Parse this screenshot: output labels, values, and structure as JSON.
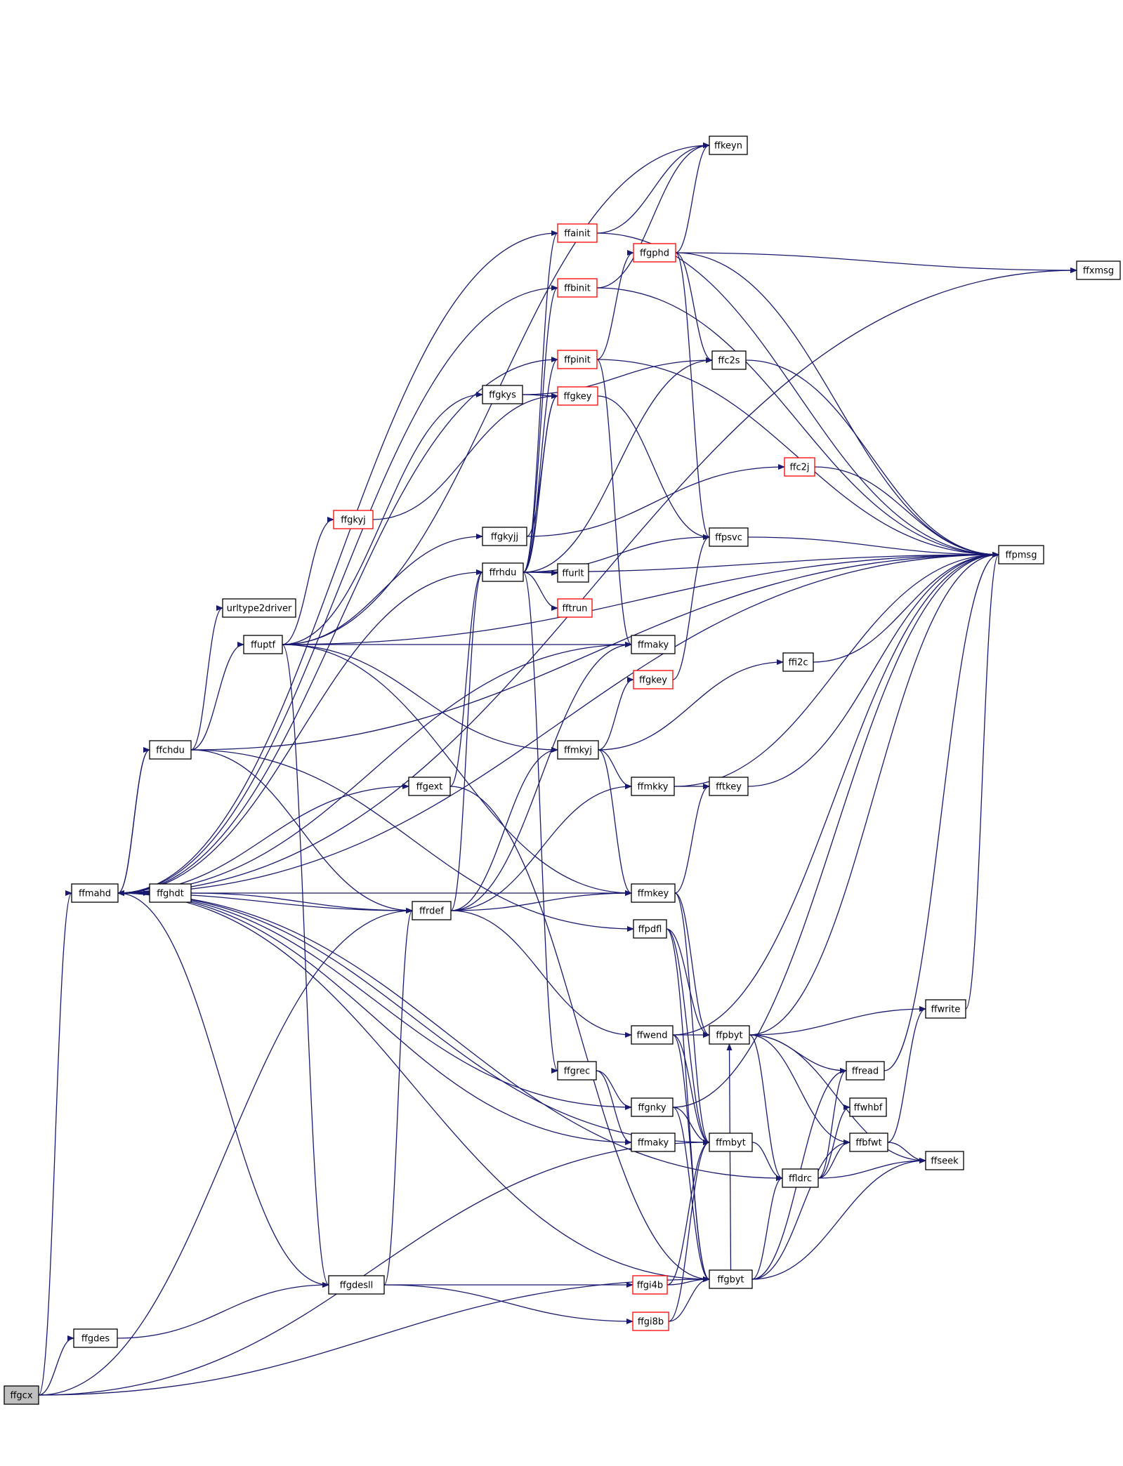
{
  "colors": {
    "edge": "#191970",
    "node_border": "#000000",
    "node_border_truncated": "#ff0000",
    "node_fill": "#ffffff",
    "root_fill": "#bfbfbf",
    "text": "#000000"
  },
  "nodes": [
    {
      "id": "ffgcx",
      "label": "ffgcx",
      "root": true
    },
    {
      "id": "ffmahd",
      "label": "ffmahd"
    },
    {
      "id": "ffgdes",
      "label": "ffgdes"
    },
    {
      "id": "ffgdesll",
      "label": "ffgdesll"
    },
    {
      "id": "ffrdef",
      "label": "ffrdef"
    },
    {
      "id": "ffgbyt",
      "label": "ffgbyt"
    },
    {
      "id": "ffmbyt",
      "label": "ffmbyt"
    },
    {
      "id": "ffpmsg",
      "label": "ffpmsg"
    },
    {
      "id": "ffxmsg",
      "label": "ffxmsg"
    },
    {
      "id": "ffchdu",
      "label": "ffchdu"
    },
    {
      "id": "ffghdt",
      "label": "ffghdt"
    },
    {
      "id": "ffgext",
      "label": "ffgext"
    },
    {
      "id": "ffrhdu",
      "label": "ffrhdu"
    },
    {
      "id": "ffuptf",
      "label": "ffuptf"
    },
    {
      "id": "urltype2driver",
      "label": "urltype2driver"
    },
    {
      "id": "ffgkyj_r",
      "label": "ffgkyj",
      "truncated": true
    },
    {
      "id": "ffgkys",
      "label": "ffgkys"
    },
    {
      "id": "ffgkyjj",
      "label": "ffgkyjj"
    },
    {
      "id": "ffgkey_top",
      "label": "ffgkey",
      "truncated": true
    },
    {
      "id": "ffainit",
      "label": "ffainit",
      "truncated": true
    },
    {
      "id": "ffbinit",
      "label": "ffbinit",
      "truncated": true
    },
    {
      "id": "ffpinit",
      "label": "ffpinit",
      "truncated": true
    },
    {
      "id": "ffgphd",
      "label": "ffgphd",
      "truncated": true
    },
    {
      "id": "ffkeyn",
      "label": "ffkeyn"
    },
    {
      "id": "ffc2s",
      "label": "ffc2s"
    },
    {
      "id": "ffc2j",
      "label": "ffc2j",
      "truncated": true
    },
    {
      "id": "ffpsvc",
      "label": "ffpsvc"
    },
    {
      "id": "ffurlt",
      "label": "ffurlt"
    },
    {
      "id": "fftrun",
      "label": "fftrun",
      "truncated": true
    },
    {
      "id": "ffmaky_top",
      "label": "ffmaky"
    },
    {
      "id": "ffgkey_mid",
      "label": "ffgkey",
      "truncated": true
    },
    {
      "id": "ffi2c",
      "label": "ffi2c"
    },
    {
      "id": "ffmkyj",
      "label": "ffmkyj"
    },
    {
      "id": "ffmkky",
      "label": "ffmkky"
    },
    {
      "id": "fftkey",
      "label": "fftkey"
    },
    {
      "id": "ffmkey",
      "label": "ffmkey"
    },
    {
      "id": "ffpdfl",
      "label": "ffpdfl"
    },
    {
      "id": "ffwend",
      "label": "ffwend"
    },
    {
      "id": "ffpbyt",
      "label": "ffpbyt"
    },
    {
      "id": "ffwrite",
      "label": "ffwrite"
    },
    {
      "id": "ffread",
      "label": "ffread"
    },
    {
      "id": "ffwhbf",
      "label": "ffwhbf"
    },
    {
      "id": "ffbfwt",
      "label": "ffbfwt"
    },
    {
      "id": "ffseek",
      "label": "ffseek"
    },
    {
      "id": "ffldrc",
      "label": "ffldrc"
    },
    {
      "id": "ffgrec",
      "label": "ffgrec"
    },
    {
      "id": "ffgnky",
      "label": "ffgnky"
    },
    {
      "id": "ffmaky_bot",
      "label": "ffmaky"
    },
    {
      "id": "ffgi4b",
      "label": "ffgi4b",
      "truncated": true
    },
    {
      "id": "ffgi8b",
      "label": "ffgi8b",
      "truncated": true
    }
  ],
  "edges": [
    [
      "ffgcx",
      "ffmahd"
    ],
    [
      "ffgcx",
      "ffgdes"
    ],
    [
      "ffgcx",
      "ffrdef"
    ],
    [
      "ffgcx",
      "ffgbyt"
    ],
    [
      "ffgcx",
      "ffmbyt"
    ],
    [
      "ffgdes",
      "ffgdesll"
    ],
    [
      "ffgdesll",
      "ffmahd"
    ],
    [
      "ffgdesll",
      "ffrdef"
    ],
    [
      "ffgdesll",
      "ffgi4b"
    ],
    [
      "ffgdesll",
      "ffgi8b"
    ],
    [
      "ffmahd",
      "ffxmsg"
    ],
    [
      "ffmahd",
      "ffpmsg"
    ],
    [
      "ffmahd",
      "ffgbyt"
    ],
    [
      "ffmahd",
      "ffchdu"
    ],
    [
      "ffmahd",
      "ffghdt"
    ],
    [
      "ffmahd",
      "ffgext"
    ],
    [
      "ffmahd",
      "ffrhdu"
    ],
    [
      "ffghdt",
      "ffmahd"
    ],
    [
      "ffghdt",
      "ffrdef"
    ],
    [
      "ffchdu",
      "ffmahd"
    ],
    [
      "ffchdu",
      "urltype2driver"
    ],
    [
      "ffchdu",
      "ffuptf"
    ],
    [
      "ffchdu",
      "ffrdef"
    ],
    [
      "ffchdu",
      "ffpdfl"
    ],
    [
      "ffchdu",
      "ffpmsg"
    ],
    [
      "ffuptf",
      "ffgkyj_r"
    ],
    [
      "ffuptf",
      "ffgkys"
    ],
    [
      "ffuptf",
      "ffgkyjj"
    ],
    [
      "ffuptf",
      "ffmaky_top"
    ],
    [
      "ffuptf",
      "ffmkyj"
    ],
    [
      "ffuptf",
      "ffmkey"
    ],
    [
      "ffuptf",
      "ffgdesll"
    ],
    [
      "ffuptf",
      "ffpmsg"
    ],
    [
      "ffuptf",
      "ffkeyn"
    ],
    [
      "ffgkyj_r",
      "ffgkey_top"
    ],
    [
      "ffgkys",
      "ffgkey_top"
    ],
    [
      "ffgkys",
      "ffc2s"
    ],
    [
      "ffgkyjj",
      "ffgkey_top"
    ],
    [
      "ffgkyjj",
      "ffc2j"
    ],
    [
      "ffgext",
      "ffrhdu"
    ],
    [
      "ffgext",
      "ffgbyt"
    ],
    [
      "ffrdef",
      "ffmahd"
    ],
    [
      "ffrdef",
      "ffrhdu"
    ],
    [
      "ffrdef",
      "ffmaky_top"
    ],
    [
      "ffrdef",
      "ffmkyj"
    ],
    [
      "ffrdef",
      "ffmkky"
    ],
    [
      "ffrdef",
      "ffmkey"
    ],
    [
      "ffrdef",
      "ffwend"
    ],
    [
      "ffrhdu",
      "ffainit"
    ],
    [
      "ffrhdu",
      "ffbinit"
    ],
    [
      "ffrhdu",
      "ffpinit"
    ],
    [
      "ffrhdu",
      "ffgkey_top"
    ],
    [
      "ffrhdu",
      "ffpsvc"
    ],
    [
      "ffrhdu",
      "ffurlt"
    ],
    [
      "ffrhdu",
      "fftrun"
    ],
    [
      "ffrhdu",
      "ffpmsg"
    ],
    [
      "ffrhdu",
      "ffc2s"
    ],
    [
      "ffrhdu",
      "ffgrec"
    ],
    [
      "ffainit",
      "ffmahd"
    ],
    [
      "ffainit",
      "ffkeyn"
    ],
    [
      "ffainit",
      "ffpmsg"
    ],
    [
      "ffbinit",
      "ffmahd"
    ],
    [
      "ffbinit",
      "ffkeyn"
    ],
    [
      "ffbinit",
      "ffpmsg"
    ],
    [
      "ffpinit",
      "ffmahd"
    ],
    [
      "ffpinit",
      "ffgphd"
    ],
    [
      "ffpinit",
      "ffmaky_top"
    ],
    [
      "ffpinit",
      "ffpmsg"
    ],
    [
      "ffgphd",
      "ffkeyn"
    ],
    [
      "ffgphd",
      "ffc2s"
    ],
    [
      "ffgphd",
      "ffpsvc"
    ],
    [
      "ffgphd",
      "ffpmsg"
    ],
    [
      "ffgphd",
      "ffxmsg"
    ],
    [
      "ffgkey_top",
      "ffpsvc"
    ],
    [
      "ffc2s",
      "ffpmsg"
    ],
    [
      "ffc2j",
      "ffpmsg"
    ],
    [
      "ffpsvc",
      "ffpmsg"
    ],
    [
      "ffmaky_top",
      "ffmahd"
    ],
    [
      "ffmkyj",
      "ffgkey_mid"
    ],
    [
      "ffmkyj",
      "ffi2c"
    ],
    [
      "ffmkyj",
      "ffmkky"
    ],
    [
      "ffmkyj",
      "ffmkey"
    ],
    [
      "ffgkey_mid",
      "ffpsvc"
    ],
    [
      "ffi2c",
      "ffpmsg"
    ],
    [
      "ffmkky",
      "fftkey"
    ],
    [
      "ffmkky",
      "ffpmsg"
    ],
    [
      "fftkey",
      "ffpmsg"
    ],
    [
      "ffmkey",
      "fftkey"
    ],
    [
      "ffmkey",
      "ffmahd"
    ],
    [
      "ffmkey",
      "ffpbyt"
    ],
    [
      "ffmkey",
      "ffmbyt"
    ],
    [
      "ffpdfl",
      "ffpbyt"
    ],
    [
      "ffpdfl",
      "ffmbyt"
    ],
    [
      "ffpdfl",
      "ffgbyt"
    ],
    [
      "ffwend",
      "ffpbyt"
    ],
    [
      "ffwend",
      "ffmbyt"
    ],
    [
      "ffwend",
      "ffgbyt"
    ],
    [
      "ffwend",
      "ffpmsg"
    ],
    [
      "ffpbyt",
      "ffpmsg"
    ],
    [
      "ffpbyt",
      "ffwrite"
    ],
    [
      "ffpbyt",
      "ffread"
    ],
    [
      "ffpbyt",
      "ffbfwt"
    ],
    [
      "ffpbyt",
      "ffseek"
    ],
    [
      "ffpbyt",
      "ffldrc"
    ],
    [
      "ffwrite",
      "ffpmsg"
    ],
    [
      "ffread",
      "ffpmsg"
    ],
    [
      "ffbfwt",
      "ffwrite"
    ],
    [
      "ffbfwt",
      "ffseek"
    ],
    [
      "ffldrc",
      "ffread"
    ],
    [
      "ffldrc",
      "ffwhbf"
    ],
    [
      "ffldrc",
      "ffbfwt"
    ],
    [
      "ffldrc",
      "ffseek"
    ],
    [
      "ffldrc",
      "ffmahd"
    ],
    [
      "ffmbyt",
      "ffldrc"
    ],
    [
      "ffmbyt",
      "ffmahd"
    ],
    [
      "ffgbyt",
      "ffread"
    ],
    [
      "ffgbyt",
      "ffbfwt"
    ],
    [
      "ffgbyt",
      "ffseek"
    ],
    [
      "ffgbyt",
      "ffldrc"
    ],
    [
      "ffgbyt",
      "ffpbyt"
    ],
    [
      "ffgrec",
      "ffgnky"
    ],
    [
      "ffgrec",
      "ffmaky_bot"
    ],
    [
      "ffgnky",
      "ffmahd"
    ],
    [
      "ffgnky",
      "ffmbyt"
    ],
    [
      "ffgnky",
      "ffgbyt"
    ],
    [
      "ffgnky",
      "ffpmsg"
    ],
    [
      "ffmaky_bot",
      "ffmahd"
    ],
    [
      "ffgi4b",
      "ffmbyt"
    ],
    [
      "ffgi4b",
      "ffgbyt"
    ],
    [
      "ffgi8b",
      "ffmbyt"
    ],
    [
      "ffgi8b",
      "ffgbyt"
    ]
  ]
}
